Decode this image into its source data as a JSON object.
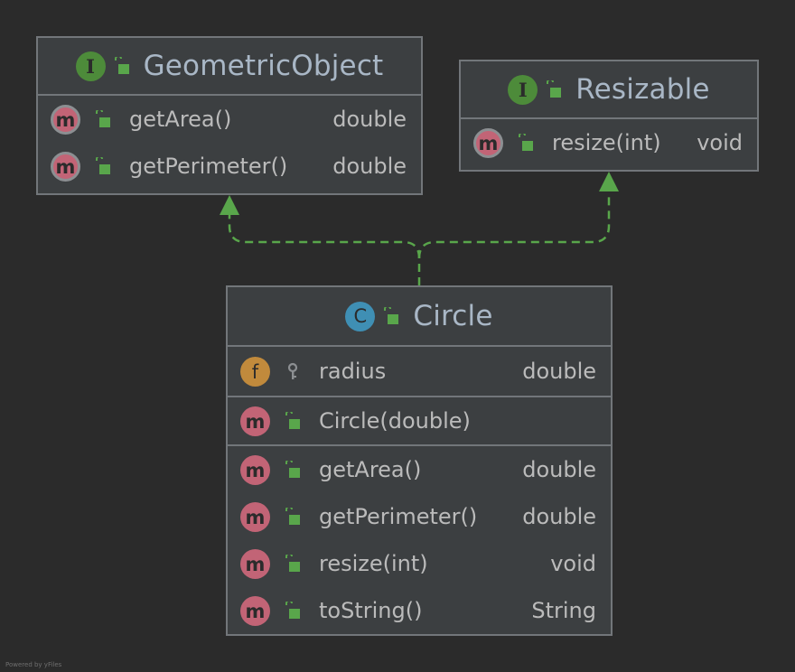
{
  "nodes": {
    "geometric": {
      "kind_letter": "I",
      "title": "GeometricObject",
      "members": [
        {
          "badge": "m",
          "name": "getArea()",
          "type": "double"
        },
        {
          "badge": "m",
          "name": "getPerimeter()",
          "type": "double"
        }
      ]
    },
    "resizable": {
      "kind_letter": "I",
      "title": "Resizable",
      "members": [
        {
          "badge": "m",
          "name": "resize(int)",
          "type": "void"
        }
      ]
    },
    "circle": {
      "kind_letter": "C",
      "title": "Circle",
      "fields": [
        {
          "badge": "f",
          "name": "radius",
          "type": "double"
        }
      ],
      "constructors": [
        {
          "badge": "m",
          "name": "Circle(double)",
          "type": ""
        }
      ],
      "methods": [
        {
          "badge": "m",
          "name": "getArea()",
          "type": "double"
        },
        {
          "badge": "m",
          "name": "getPerimeter()",
          "type": "double"
        },
        {
          "badge": "m",
          "name": "resize(int)",
          "type": "void"
        },
        {
          "badge": "m",
          "name": "toString()",
          "type": "String"
        }
      ]
    }
  },
  "colors": {
    "background": "#2b2b2b",
    "node_fill": "#3c3f41",
    "node_border": "#72767a",
    "edge": "#59a64b",
    "method_badge": "#c26476",
    "field_badge": "#c18a3c",
    "class_badge": "#3f8fb4",
    "interface_badge": "#4d8b3a"
  },
  "edges": [
    {
      "from": "Circle",
      "to": "GeometricObject",
      "style": "dashed",
      "arrow": "hollow-triangle"
    },
    {
      "from": "Circle",
      "to": "Resizable",
      "style": "dashed",
      "arrow": "hollow-triangle"
    }
  ],
  "footer": "Powered by yFiles"
}
